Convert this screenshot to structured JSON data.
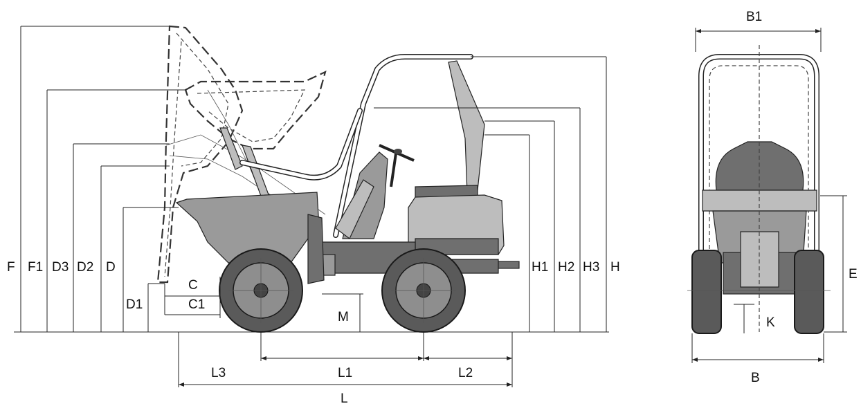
{
  "diagram": {
    "labels": {
      "F": "F",
      "F1": "F1",
      "D3": "D3",
      "D2": "D2",
      "D": "D",
      "D1": "D1",
      "C": "C",
      "C1": "C1",
      "M": "M",
      "H1": "H1",
      "H2": "H2",
      "H3": "H3",
      "H": "H",
      "L1": "L1",
      "L2": "L2",
      "L3": "L3",
      "L": "L",
      "B1": "B1",
      "B": "B",
      "E": "E",
      "K": "K"
    }
  }
}
